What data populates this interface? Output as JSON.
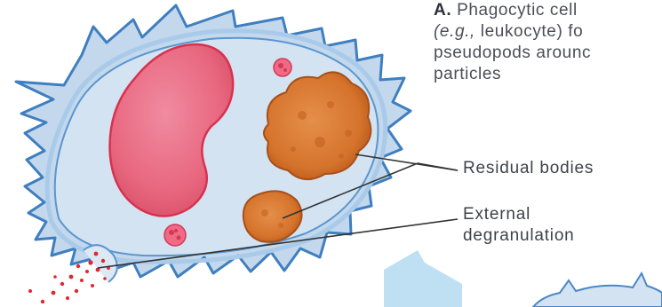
{
  "caption": {
    "letter": "A.",
    "line1_rest": "Phagocytic cell",
    "eg": "(e.g.,",
    "line2_rest": "leukocyte) fo",
    "line3": "pseudopods arounc",
    "line4": "particles"
  },
  "labels": {
    "residual_bodies": "Residual bodies",
    "external_line1": "External",
    "external_line2": "degranulation"
  },
  "colors": {
    "cell_fill": "#c9dcee",
    "cell_edge": "#4a87c6",
    "nucleus": "#ea6f88",
    "residual_body": "#d7792f",
    "granule": "#e03434",
    "leader": "#333333"
  }
}
